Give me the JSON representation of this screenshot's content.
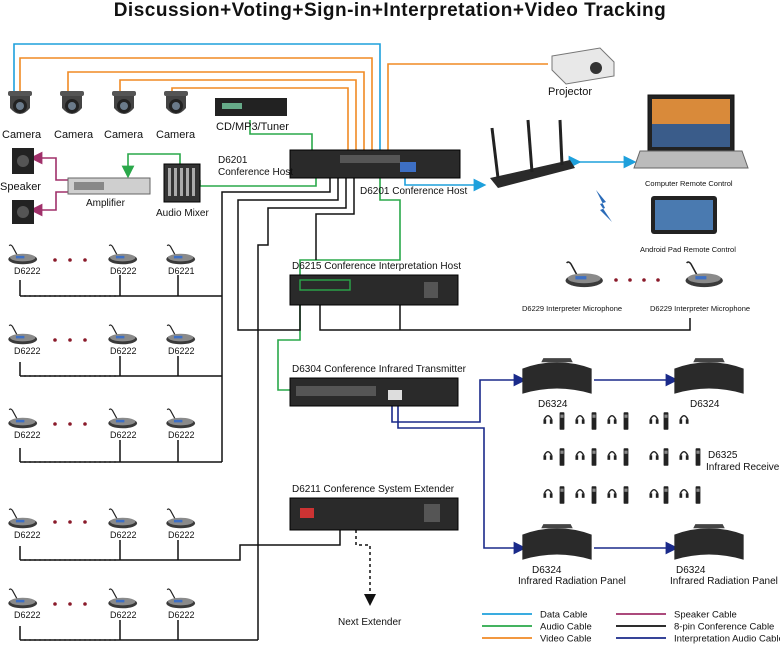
{
  "title": "Discussion+Voting+Sign-in+Interpretation+Video Tracking",
  "labels": {
    "camera": "Camera",
    "projector": "Projector",
    "cd": "CD/MP3/Tuner",
    "d6201_a": "D6201",
    "conf_host": "Conference Host",
    "d6201_b": "D6201 Conference Host",
    "speaker": "Speaker",
    "amplifier": "Amplifier",
    "audio_mixer": "Audio Mixer",
    "computer": "Computer Remote Control",
    "pad": "Android Pad Remote Control",
    "d6215": "D6215  Conference Interpretation Host",
    "d6229": "D6229 Interpreter Microphone",
    "d6304": "D6304 Conference Infrared Transmitter",
    "d6324": "D6324",
    "d6325": "D6325",
    "infrared_receiver": "Infrared Receiver",
    "radiation_panel": "Infrared Radiation Panel",
    "d6211": "D6211 Conference System Extender",
    "next_extender": "Next Extender",
    "d6222": "D6222",
    "d6221": "D6221"
  },
  "legend": [
    {
      "label": "Data Cable",
      "color": "#1ea0dc"
    },
    {
      "label": "Audio Cable",
      "color": "#2aa84a"
    },
    {
      "label": "Video Cable",
      "color": "#f08a24"
    },
    {
      "label": "Speaker Cable",
      "color": "#a0306a"
    },
    {
      "label": "8-pin Conference Cable",
      "color": "#111111"
    },
    {
      "label": "Interpretation Audio Cable",
      "color": "#1a2a8a"
    }
  ]
}
